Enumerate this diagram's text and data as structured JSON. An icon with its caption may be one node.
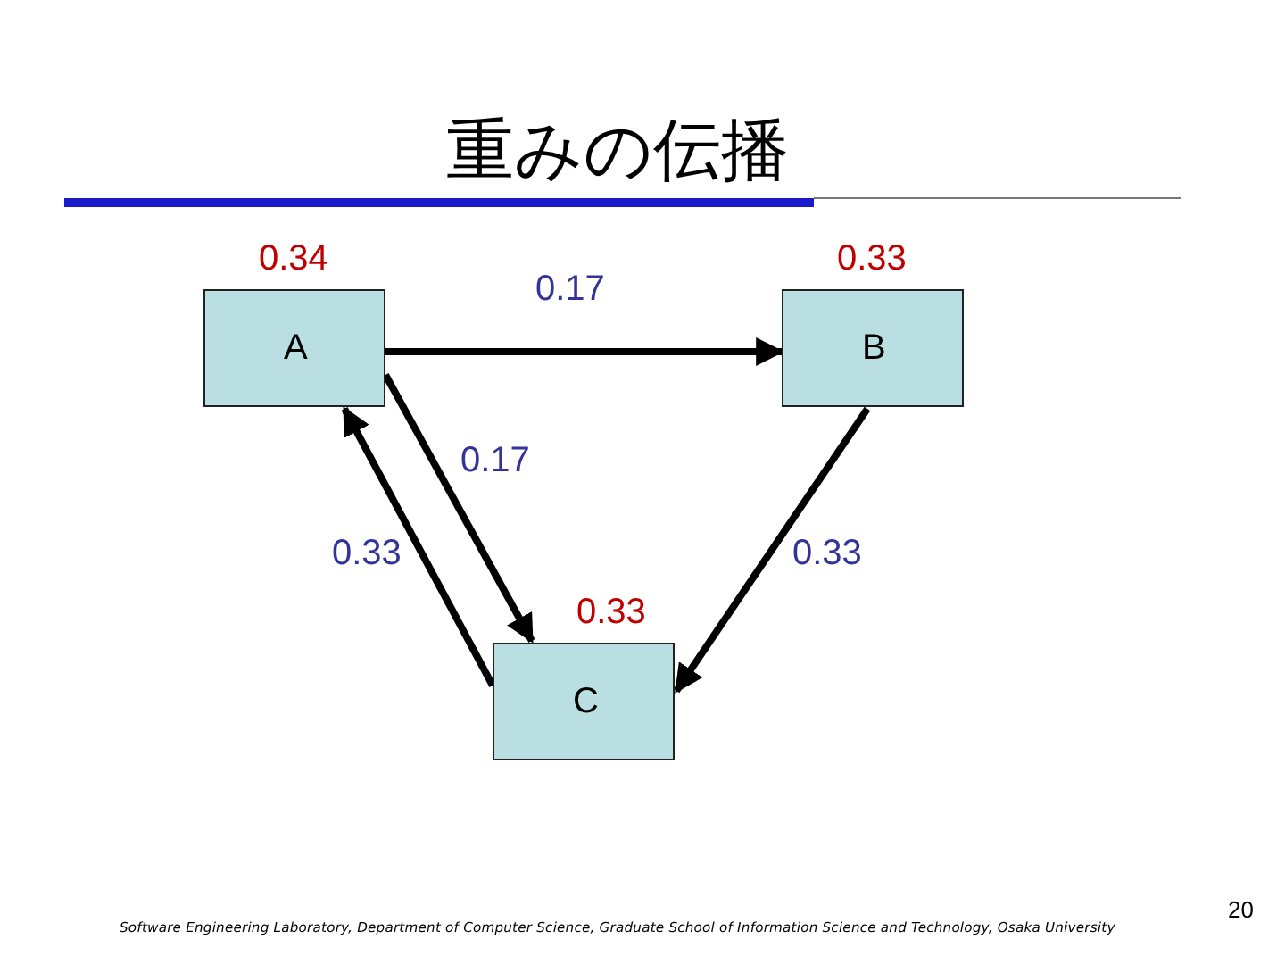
{
  "diagram": {
    "title": "重みの伝播",
    "nodes": [
      {
        "text": [
          "A"
        ],
        "beside": [
          "0.34"
        ]
      },
      {
        "text": [
          "B"
        ],
        "beside": [
          "0.33"
        ]
      },
      {
        "text": [
          "C"
        ],
        "beside": [
          "0.33"
        ]
      }
    ],
    "edges": [
      {
        "from": 0,
        "to": 1,
        "arrow": "to",
        "label": "0.17"
      },
      {
        "from": 0,
        "to": 2,
        "arrow": "to",
        "label": "0.17"
      },
      {
        "from": 2,
        "to": 0,
        "arrow": "to",
        "label": "0.33"
      },
      {
        "from": 1,
        "to": 2,
        "arrow": "to",
        "label": "0.33"
      }
    ],
    "labels": [
      "Software Engineering Laboratory, Department of Computer Science, Graduate School of Information Science and Technology, Osaka University",
      "20"
    ]
  }
}
